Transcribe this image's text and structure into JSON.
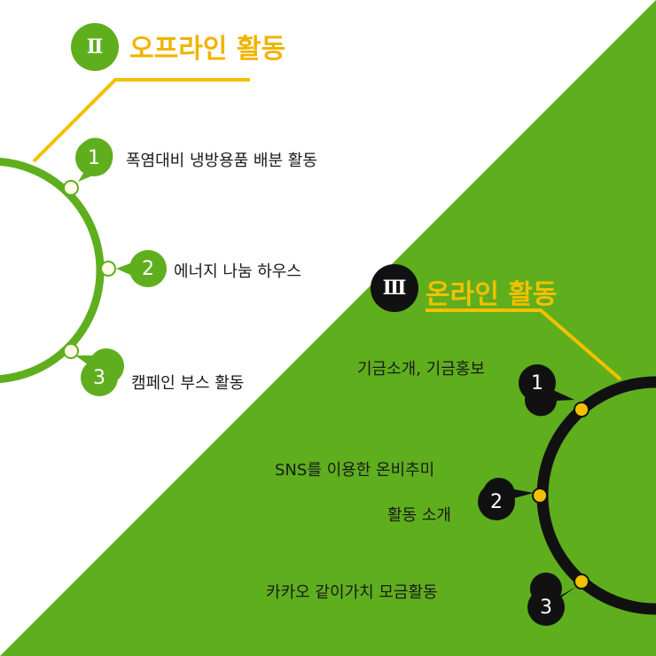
{
  "colors": {
    "green": "#5fae1e",
    "dark": "#111111",
    "yellow": "#f3c000",
    "dot_fill": "#fffbe6"
  },
  "offline": {
    "numeral": "Ⅱ",
    "title": "오프라인 활동",
    "items": [
      {
        "num": "1",
        "label": "폭염대비 냉방용품 배분 활동"
      },
      {
        "num": "2",
        "label": "에너지 나눔 하우스"
      },
      {
        "num": "3",
        "label": "캠페인 부스 활동"
      }
    ]
  },
  "online": {
    "numeral": "Ⅲ",
    "title": "온라인 활동",
    "items": [
      {
        "num": "1",
        "label": "기금소개, 기금홍보"
      },
      {
        "num": "2",
        "label_line1": "SNS를 이용한 온비추미",
        "label_line2": "활동 소개"
      },
      {
        "num": "3",
        "label": "카카오 같이가치 모금활동"
      }
    ]
  }
}
